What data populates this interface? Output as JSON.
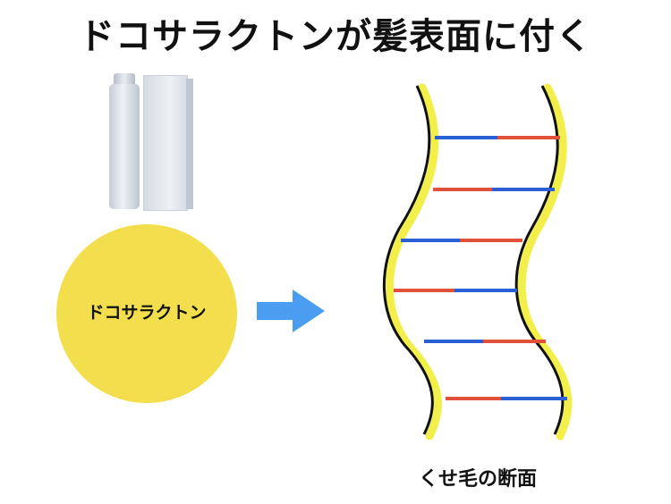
{
  "title": "ドコサラクトン が 髪表面 に 付く",
  "title_text": "ドコサラクトンが髪表面に付く",
  "circle_label": "ドコサラクトン",
  "caption": "くせ毛の断面",
  "colors": {
    "circle": "#f3df4e",
    "arrow": "#4a9df0",
    "strand_outline": "#111111",
    "strand_coating": "#f3ef4a",
    "rung_blue": "#2a5fd6",
    "rung_red": "#e0503a"
  },
  "icons": [
    "right-arrow-icon",
    "hair-strand-illustration",
    "product-bottle-image",
    "product-box-image"
  ]
}
